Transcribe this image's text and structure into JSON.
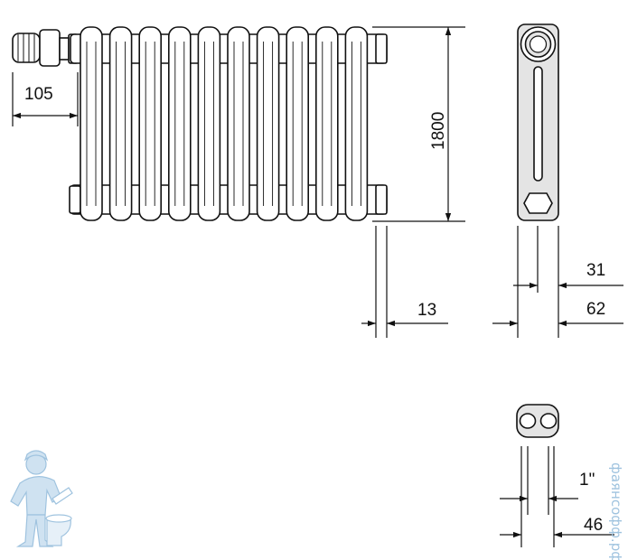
{
  "dimensions": {
    "valve_offset": "105",
    "height": "1800",
    "connection_offset": "13",
    "half_depth": "31",
    "depth": "62",
    "thread_size": "1\"",
    "tube_width": "46"
  },
  "watermark": {
    "text": "фаянсофф.рф"
  },
  "colors": {
    "line": "#111111",
    "radiator_fill": "#ffffff",
    "side_fill": "#e4e4e4",
    "mascot": "#9fc3df"
  }
}
